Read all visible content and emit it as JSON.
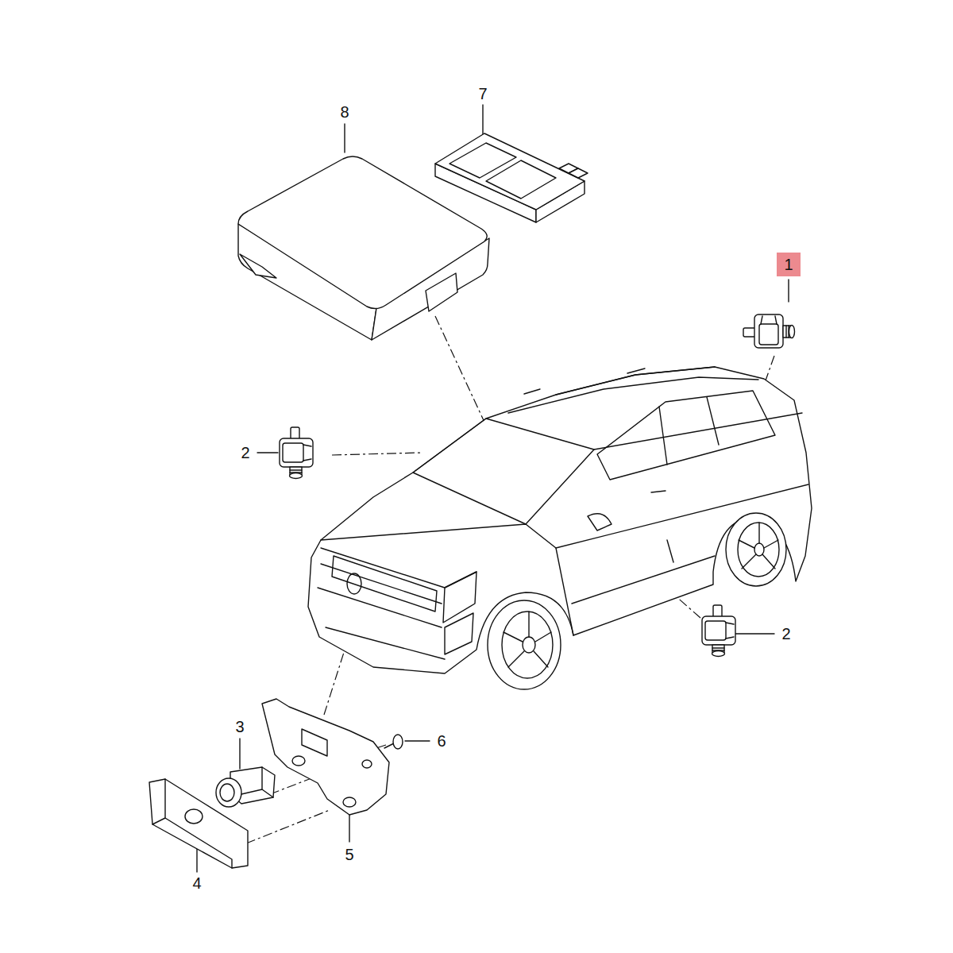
{
  "diagram": {
    "nodes": [
      {
        "text": [
          "1"
        ]
      }
    ],
    "labels": [
      "8",
      "7",
      "2",
      "2",
      "3",
      "6",
      "5",
      "4"
    ]
  }
}
